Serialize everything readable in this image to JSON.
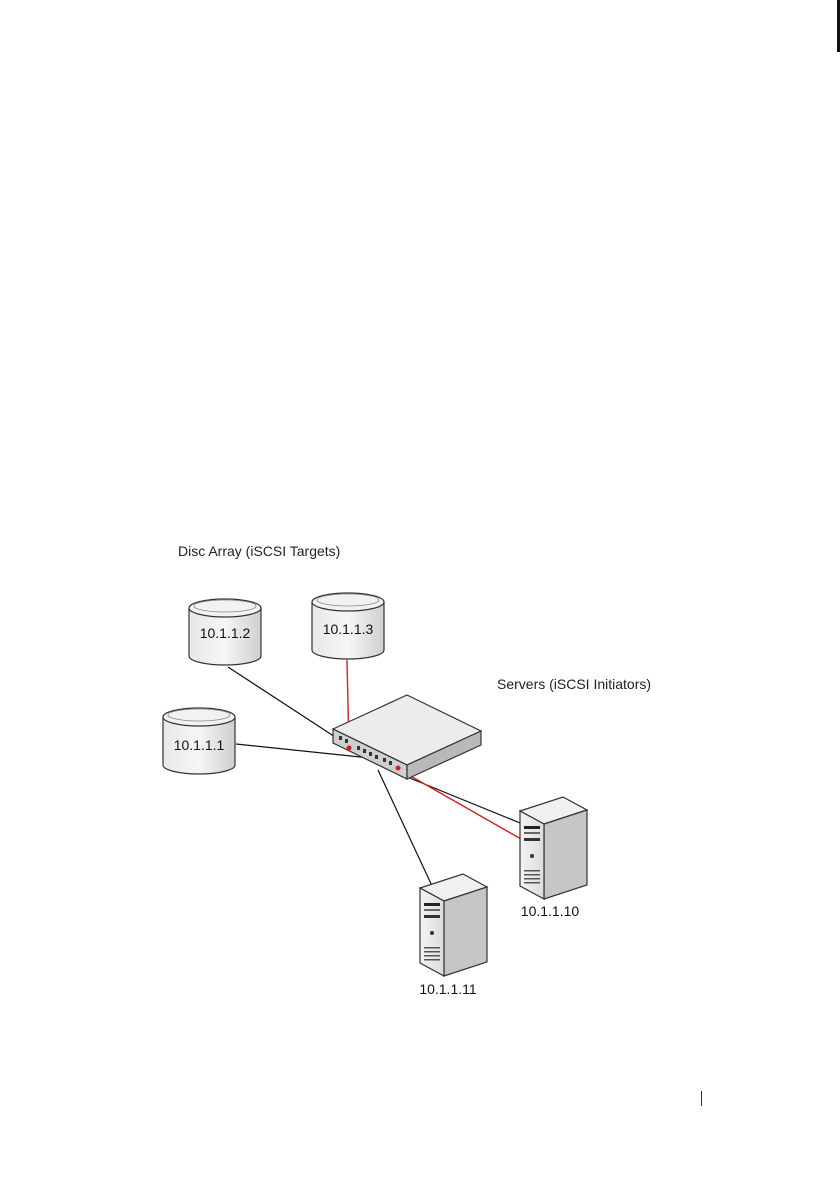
{
  "labels": {
    "disc_array": "Disc Array (iSCSI Targets)",
    "servers": "Servers (iSCSI Initiators)"
  },
  "disks": [
    {
      "ip": "10.1.1.2"
    },
    {
      "ip": "10.1.1.3"
    },
    {
      "ip": "10.1.1.1"
    }
  ],
  "servers": [
    {
      "ip": "10.1.1.10"
    },
    {
      "ip": "10.1.1.11"
    }
  ],
  "colors": {
    "active_link": "#d42020",
    "link": "#111111"
  }
}
